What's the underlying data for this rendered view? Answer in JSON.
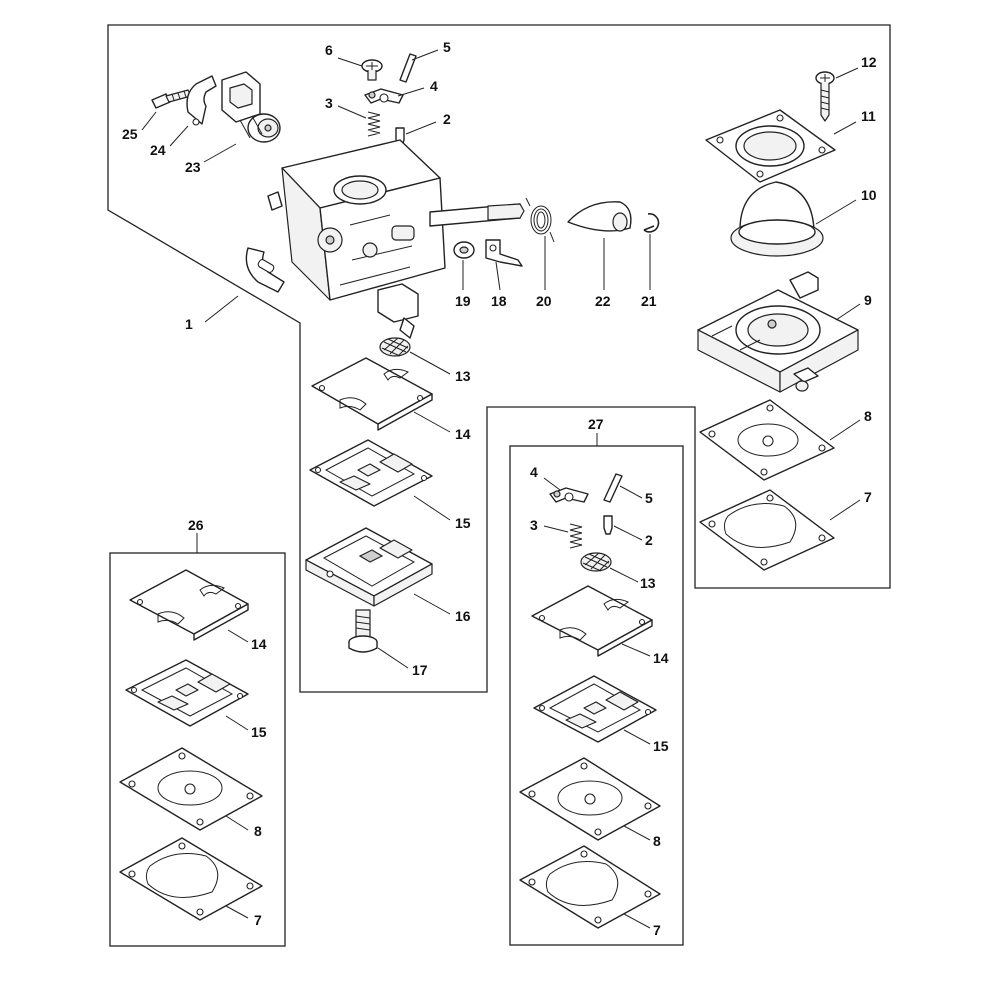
{
  "diagram": {
    "callouts": {
      "n1": "1",
      "n2": "2",
      "n3": "3",
      "n4": "4",
      "n5": "5",
      "n6": "6",
      "n7": "7",
      "n8": "8",
      "n9": "9",
      "n10": "10",
      "n11": "11",
      "n12": "12",
      "n13": "13",
      "n14": "14",
      "n15": "15",
      "n16": "16",
      "n17": "17",
      "n18": "18",
      "n19": "19",
      "n20": "20",
      "n21": "21",
      "n22": "22",
      "n23": "23",
      "n24": "24",
      "n25": "25",
      "n26": "26",
      "n27": "27"
    }
  }
}
